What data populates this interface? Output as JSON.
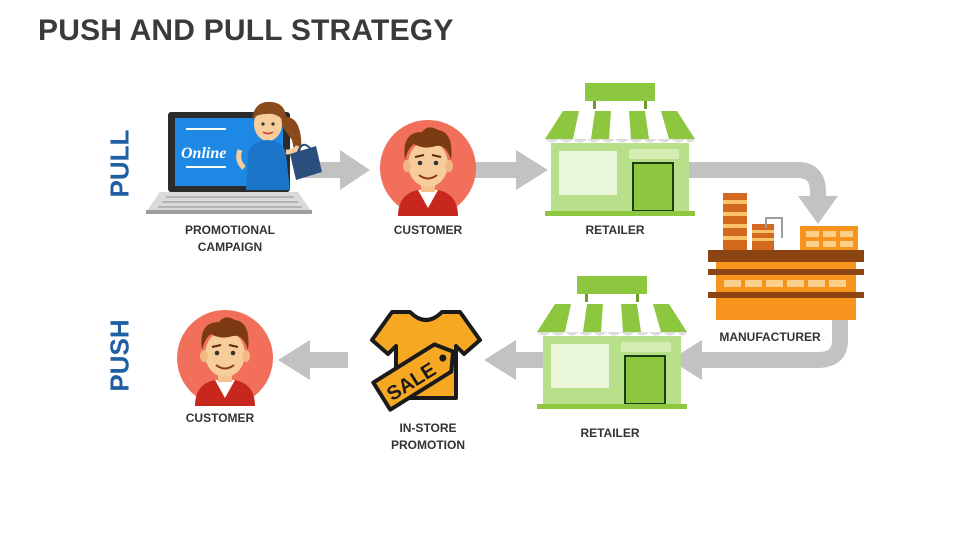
{
  "title": "PUSH AND PULL STRATEGY",
  "rows": {
    "pull_label": "PULL",
    "push_label": "PUSH"
  },
  "nodes": {
    "promotional_campaign": {
      "line1": "PROMOTIONAL",
      "line2": "CAMPAIGN",
      "screen_text": "Online"
    },
    "customer_pull": {
      "label": "CUSTOMER"
    },
    "retailer_pull": {
      "label": "RETAILER"
    },
    "manufacturer": {
      "label": "MANUFACTURER"
    },
    "retailer_push": {
      "label": "RETAILER"
    },
    "in_store_promotion": {
      "line1": "IN-STORE",
      "line2": "PROMOTION",
      "tag_text": "SALE"
    },
    "customer_push": {
      "label": "CUSTOMER"
    }
  },
  "colors": {
    "accent_blue": "#1f5fa3",
    "arrow_gray": "#c2c2c2",
    "store_green": "#8dc63f",
    "factory_orange": "#f7941d",
    "tag_orange": "#f7a823",
    "avatar_red": "#f26f5b"
  }
}
